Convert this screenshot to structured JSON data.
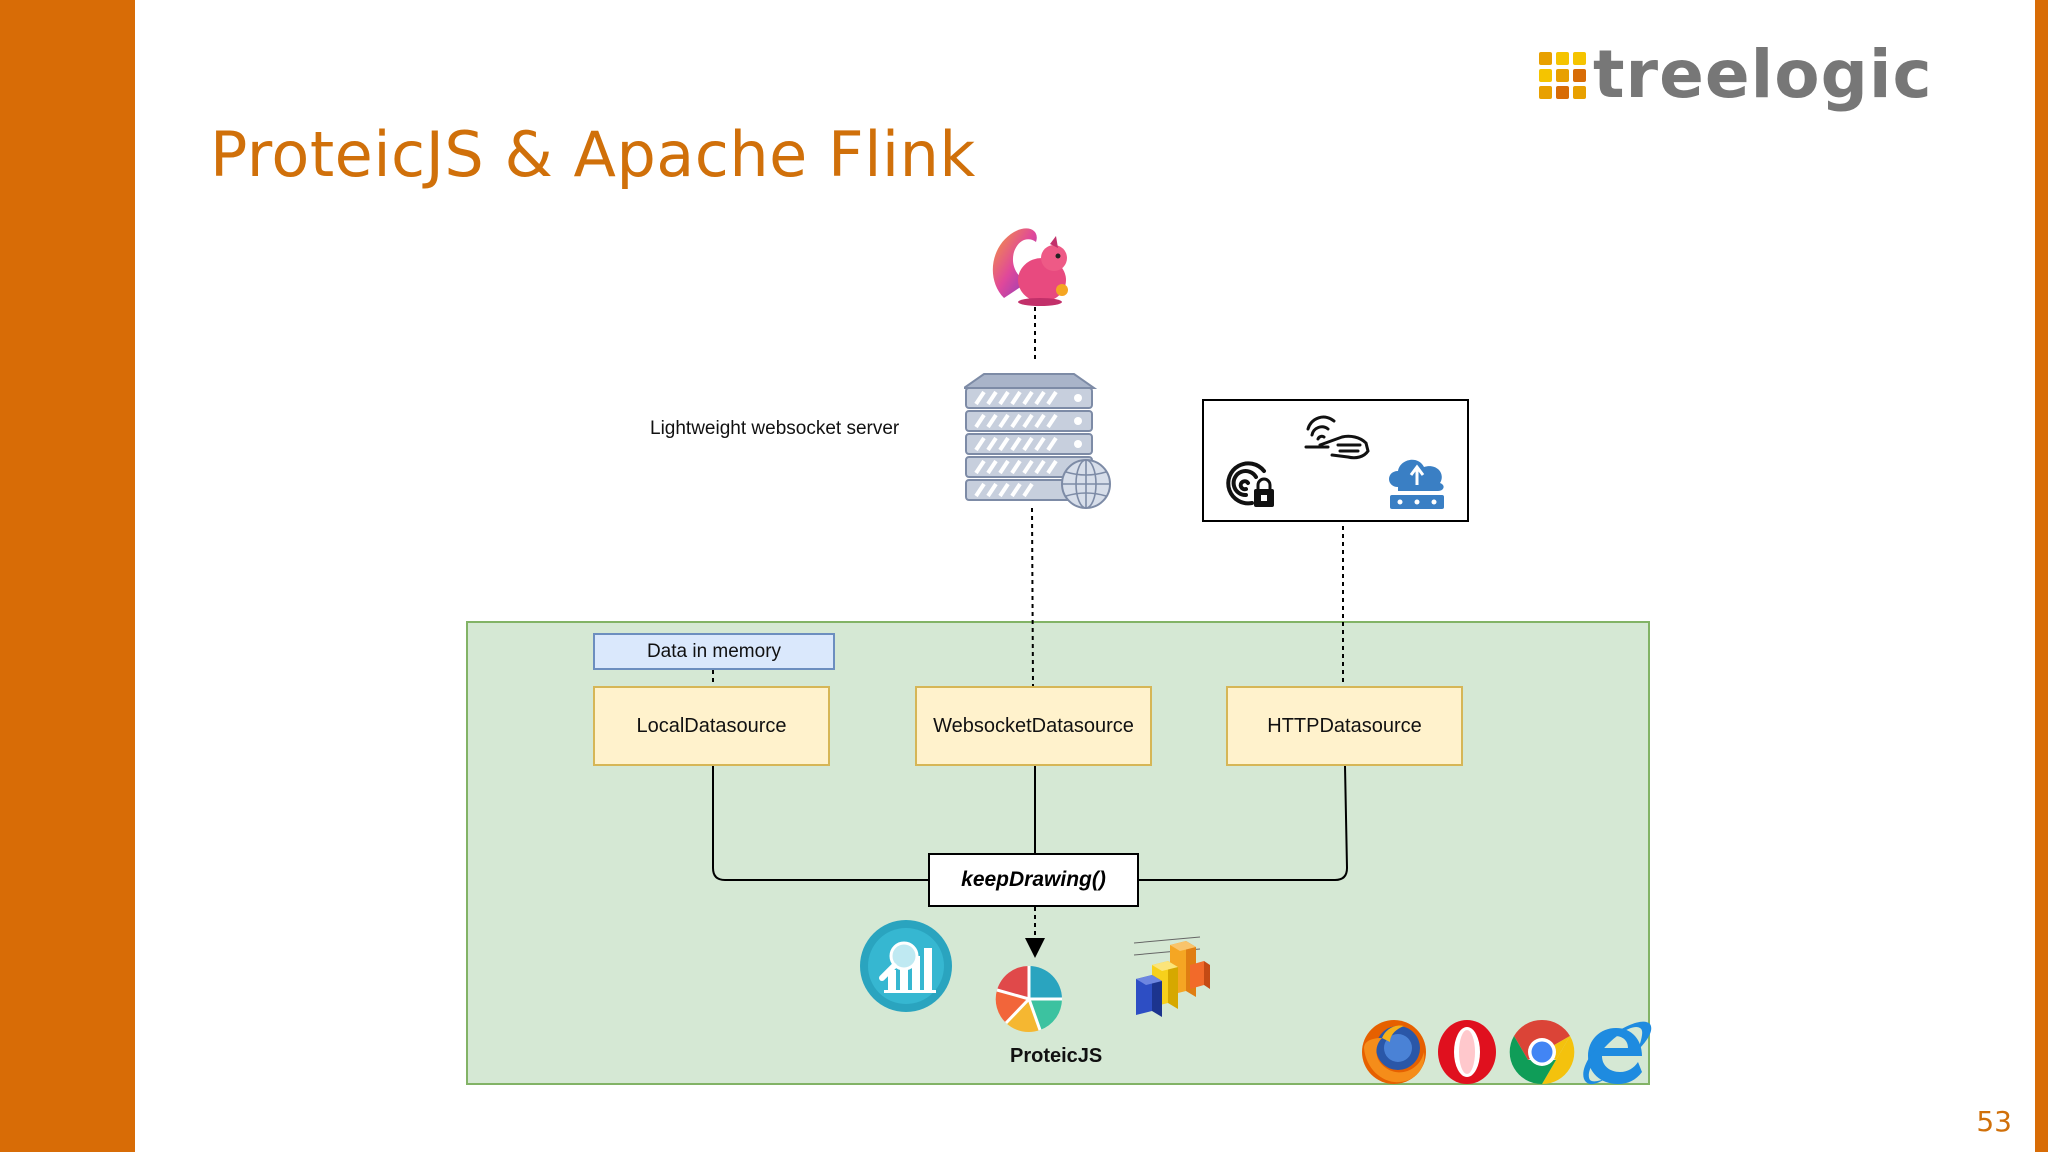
{
  "slide": {
    "title": "ProteicJS & Apache Flink",
    "page_number": "53",
    "accent_color": "#d86c06"
  },
  "logo": {
    "text": "treelogic",
    "color": "#777777",
    "mark_colors": [
      "#e8a000",
      "#f5c400",
      "#d86c06"
    ]
  },
  "diagram": {
    "server_label": "Lightweight websocket server",
    "memory_label": "Data in memory",
    "datasources": [
      "LocalDatasource",
      "WebsocketDatasource",
      "HTTPDatasource"
    ],
    "function_label": "keepDrawing()",
    "library_label": "ProteicJS",
    "icons": {
      "flink": "squirrel-flink-icon",
      "server": "server-globe-icon",
      "iot": [
        "fingerprint-lock-icon",
        "wireless-hand-icon",
        "cloud-network-icon"
      ],
      "charts": [
        "analytics-magnifier-icon",
        "pie-chart-icon",
        "bar-chart-3d-icon"
      ],
      "browsers": [
        "firefox-icon",
        "opera-icon",
        "chrome-icon",
        "ie-icon"
      ]
    },
    "colors": {
      "container_fill": "#d5e8d4",
      "container_border": "#82b366",
      "ds_fill": "#fff2cc",
      "ds_border": "#d6b656",
      "memory_fill": "#dae8fc"
    }
  }
}
